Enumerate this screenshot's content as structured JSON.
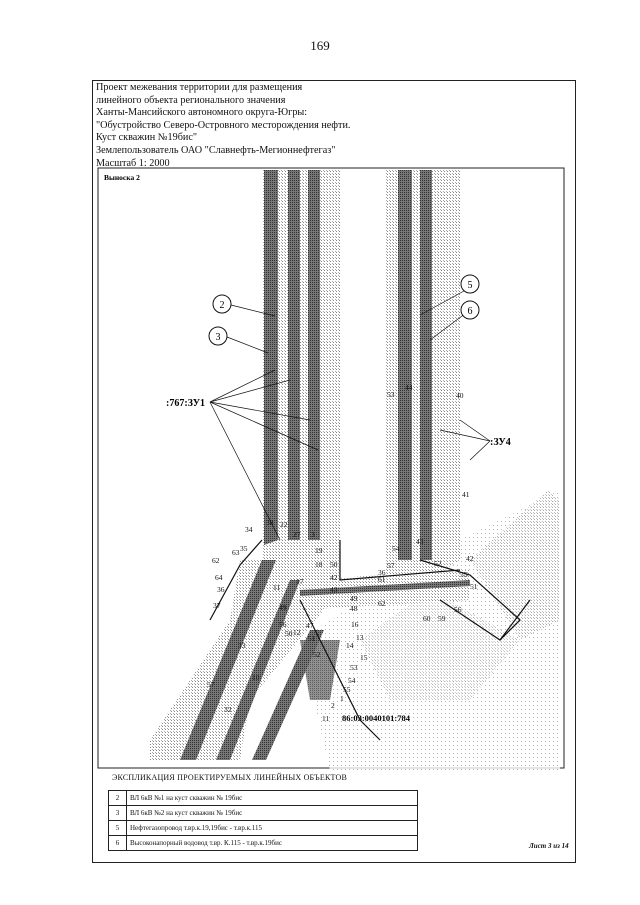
{
  "page_number": "169",
  "header": {
    "lines": [
      "Проект межевания территории для размещения",
      "линейного объекта регионального значения",
      "Ханты-Мансийского автономного округа-Югры:",
      "\"Обустройство Северо-Островного месторождения нефти.",
      "Куст скважин №19бис\"",
      "Землепользователь ОАО \"Славнефть-Мегионнефтегаз\"",
      "Масштаб 1: 2000"
    ]
  },
  "drawing": {
    "inset_label": "Выноска 2",
    "callouts": {
      "c2": "2",
      "c3": "3",
      "c5": "5",
      "c6": "6"
    },
    "zones": {
      "zu1": ":767:ЗУ1",
      "zu4": ":ЗУ4",
      "cadastral": "86:03:0040101:784"
    },
    "points": {
      "p34": "34",
      "p35": "35",
      "p63": "63",
      "p62a": "62",
      "p64": "64",
      "p36": "36",
      "p37": "37",
      "p38": "38",
      "p22": "22",
      "p27": "27",
      "p3": "3",
      "p19": "19",
      "p18": "18",
      "p50a": "50",
      "p42a": "42",
      "p43a": "43",
      "p17": "17",
      "p11a": "11",
      "p49a": "49",
      "p56a": "56",
      "p12": "12",
      "p47": "47",
      "p51a": "51",
      "p33": "33",
      "p52a": "52",
      "p57a": "57",
      "p10": "10",
      "p32": "32",
      "p53a": "53",
      "p44": "44",
      "p40": "40",
      "p41": "41",
      "p54a": "54",
      "p43b": "43",
      "p36b": "36",
      "p57b": "57",
      "p52b": "52",
      "p42b": "42",
      "p61": "61",
      "p55a": "55",
      "p51b": "51",
      "p49b": "49",
      "p48": "48",
      "p62b": "62",
      "p60": "60",
      "p59": "59",
      "p56b": "56",
      "p16": "16",
      "p13": "13",
      "p14": "14",
      "p15": "15",
      "p53b": "53",
      "p54b": "54",
      "p55b": "55",
      "p1": "1",
      "p2": "2",
      "p11b": "11",
      "p50b": "50"
    }
  },
  "legend": {
    "title": "ЭКСПЛИКАЦИЯ ПРОЕКТИРУЕМЫХ ЛИНЕЙНЫХ ОБЪЕКТОВ",
    "rows": [
      {
        "num": "2",
        "desc": "ВЛ 6кВ №1 на куст скважин № 19бис"
      },
      {
        "num": "3",
        "desc": "ВЛ 6кВ №2 на куст скважин № 19бис"
      },
      {
        "num": "5",
        "desc": "Нефтегазопровод т.вр.к.19,19бис - т.вр.к.115"
      },
      {
        "num": "6",
        "desc": "Высоконапорный водовод т.вр. К.115 - т.вр.к.19бис"
      }
    ]
  },
  "sheet": "Лист 3 из 14"
}
